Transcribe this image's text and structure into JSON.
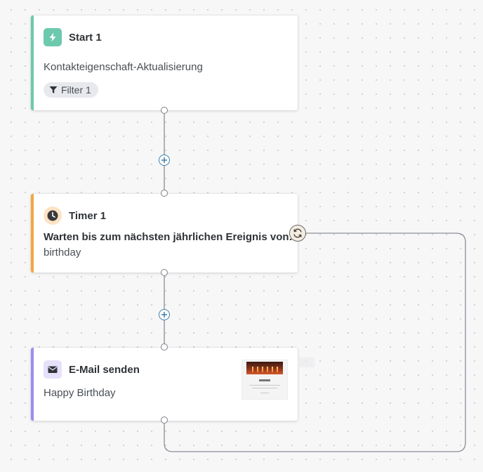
{
  "nodes": {
    "start": {
      "title": "Start 1",
      "description": "Kontakteigenschaft-Aktualisierung",
      "filter_label": "Filter 1",
      "accent": "#6cc9ad",
      "icon": "lightning-icon"
    },
    "timer": {
      "title": "Timer 1",
      "line1": "Warten bis zum nächsten jährlichen Ereignis von:",
      "line2": "birthday",
      "accent": "#f4a640",
      "icon": "clock-icon"
    },
    "email": {
      "title": "E-Mail senden",
      "description": "Happy Birthday",
      "accent": "#a08cf0",
      "icon": "envelope-icon"
    }
  },
  "connectors": {
    "add_icon": "plus-circle-icon",
    "loop_icon": "refresh-icon",
    "add_color": "#3f7fa6"
  }
}
